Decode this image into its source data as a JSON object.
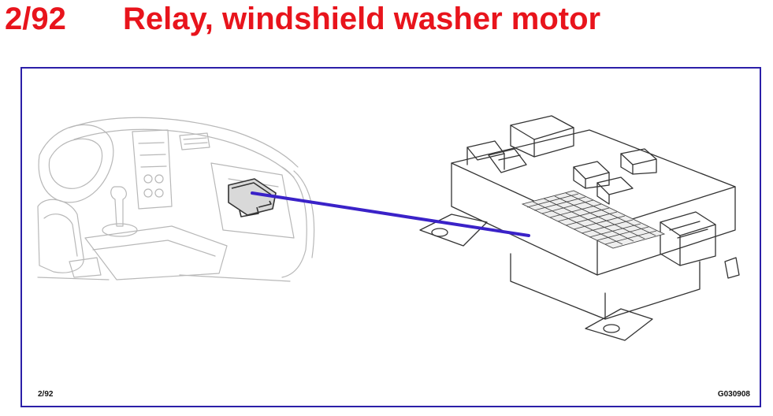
{
  "heading": {
    "code": "2/92",
    "title": "Relay, windshield washer motor"
  },
  "figure": {
    "label_left": "2/92",
    "label_right": "G030908"
  },
  "colors": {
    "heading_text": "#e8141c",
    "frame_border": "#2b1fa8",
    "pointer_line": "#3a22c8",
    "line_art_light": "#b8b8b8",
    "line_art_dark": "#333333"
  },
  "icons": {
    "dashboard_illustration": "car-dashboard-icon",
    "fuse_box_illustration": "fuse-relay-box-icon",
    "relay_location_marker": "relay-marker-icon"
  }
}
